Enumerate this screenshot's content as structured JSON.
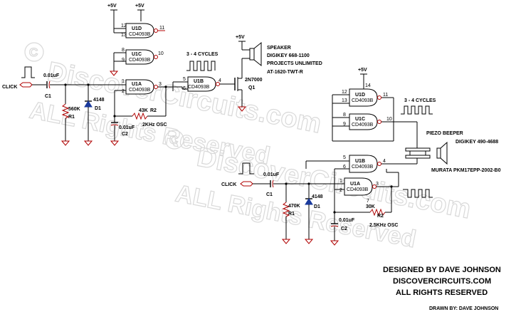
{
  "watermark": {
    "line1": "DiscoverCircuits.com",
    "line2": "ALL Rights Reserved",
    "mark": "C"
  },
  "power": {
    "v5": "+5V"
  },
  "circuit1": {
    "click": "CLICK",
    "c1_value": "0.01uF",
    "c1_ref": "C1",
    "r1_value": "560K",
    "r1_ref": "R1",
    "d1_value": "4148",
    "d1_ref": "D1",
    "r2_value": "43K",
    "r2_ref": "R2",
    "c2_value": "0.01uF",
    "c2_ref": "C2",
    "osc": "2KHz OSC",
    "cycles": "3 - 4 CYCLES",
    "q1_part": "2N7000",
    "q1_ref": "Q1",
    "speaker": "SPEAKER",
    "speaker_src1": "DIGIKEY 668-1100",
    "speaker_src2": "PROJECTS UNLIMITED",
    "speaker_part": "AT-1620-TWT-R",
    "u1d": "U1D",
    "u1d_part": "CD4093B",
    "u1c": "U1C",
    "u1c_part": "CD4093B",
    "u1a": "U1A",
    "u1a_part": "CD4093B",
    "u1b": "U1B",
    "u1b_part": "CD4093B",
    "pins": {
      "p12": "12",
      "p13": "13",
      "p11": "11",
      "p8": "8",
      "p9": "9",
      "p10": "10",
      "p1": "1",
      "p2": "2",
      "p3": "3",
      "p5": "5",
      "p6": "6",
      "p4": "4"
    }
  },
  "circuit2": {
    "click": "CLICK",
    "c1_value": "0.01uF",
    "c1_ref": "C1",
    "r1_value": "470K",
    "r1_ref": "R1",
    "d1_value": "4148",
    "d1_ref": "D1",
    "c2_value": "0.01uF",
    "c2_ref": "C2",
    "r2_value": "30K",
    "r2_ref": "R2",
    "osc": "2.5KHz OSC",
    "cycles": "3 - 4 CYCLES",
    "beeper": "PIEZO BEEPER",
    "beeper_src": "DIGIKEY 490-4688",
    "beeper_part": "MURATA PKM17EPP-2002-B0",
    "u1d": "U1D",
    "u1d_part": "CD4093B",
    "u1c": "U1C",
    "u1c_part": "CD4093B",
    "u1b": "U1B",
    "u1b_part": "CD4093B",
    "u1a": "U1A",
    "u1a_part": "CD4093B",
    "pins": {
      "p14": "14",
      "p12": "12",
      "p13": "13",
      "p11": "11",
      "p8": "8",
      "p9": "9",
      "p10": "10",
      "p5": "5",
      "p6": "6",
      "p4": "4",
      "p1": "1",
      "p2": "2",
      "p3": "3",
      "p7": "7"
    }
  },
  "credits": {
    "designed": "DESIGNED BY DAVE JOHNSON",
    "site": "DISCOVERCIRCUITS.COM",
    "rights": "ALL RIGHTS RESERVED",
    "drawn": "DRAWN BY: DAVE JOHNSON"
  }
}
